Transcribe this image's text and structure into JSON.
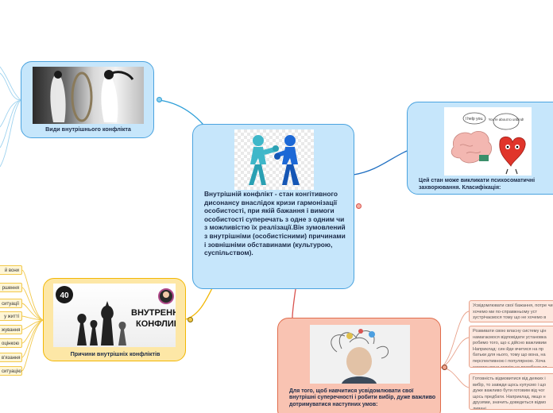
{
  "central": {
    "text": "Внутрішній конфлікт - стан конгітивного дисонансу внаслідок кризи гармонізації особистості, при якій бажання і вимоги особистості суперечать з одне з одним чи з можливістю їх реалізації.Він зумовлений з внутрішніми (особистісними) причинами і зовнішніми обставинами (культурою, суспільством)."
  },
  "topics": {
    "types": "Види внутрішнього конфлікта",
    "causes": "Причини внутрішніх конфліктів",
    "psychosomatic": "Цей стан може викликати психосоматичні захворювання. Класифікація:",
    "learn": "Для того, щоб навчитися усвідомлювати свої внутрішні суперечності і робити вибір, дуже важливо дотримуватися наступних умов:"
  },
  "causes_image": {
    "number": "40",
    "title_line1": "ВНУТРЕННИЙ",
    "title_line2": "КОНФЛИКТ"
  },
  "psy_image": {
    "bubble_left": "I help you.",
    "bubble_right": "You're about to unbind!"
  },
  "cause_leaves": [
    "й вони",
    "ршення",
    "ситуації",
    "у житті",
    "жування",
    "оцінкою",
    "в'язання",
    "ситуацію"
  ],
  "condition_notes": [
    "Усвідомлювати свої бажання, потре чи хочемо ми по-справжньому уст зустрічаємося тому що не хочемо в",
    "Розвивати свою власну систему цін намагаємося відповідати установка робимо того, що є дійсно важливим Наприклад: син йде вчитися на пр батьки для нього, тому що вона, на перспективною і популярною. Хоча самому вона зовсім не подобається",
    "Готовність відмовитися від деяких і вибір, то завжди щось купуємо і що дуже важливо бути готовим від чог щось предбати. Наприклад, якщо н друзями, значить доведеться відмо дивані."
  ],
  "colors": {
    "central_fill": "#c6e6fb",
    "central_border": "#4aa3df",
    "types_fill": "#c6e6fb",
    "psy_fill": "#c6e6fb",
    "causes_fill": "#fde7a6",
    "causes_border": "#f2b705",
    "learn_fill": "#f9c3b2",
    "learn_border": "#e06c4c"
  }
}
